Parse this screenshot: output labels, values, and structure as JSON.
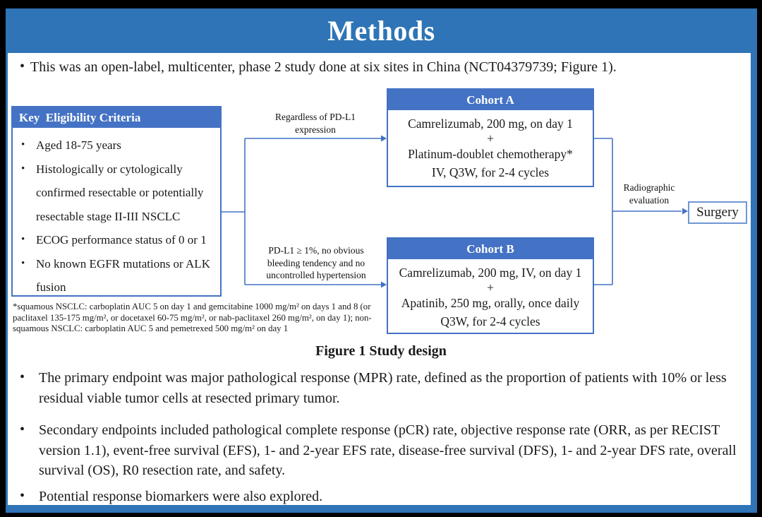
{
  "slide": {
    "title": "Methods"
  },
  "intro": {
    "text": "This was an open-label, multicenter, phase 2 study done at six sites in China (NCT04379739; Figure 1)."
  },
  "figure": {
    "caption": "Figure 1 Study design",
    "eligibility": {
      "header": "Key  Eligibility Criteria",
      "items": [
        "Aged 18-75 years",
        "Histologically or cytologically confirmed resectable or potentially resectable stage II-III NSCLC",
        "ECOG performance status of 0 or 1",
        "No known EGFR mutations or ALK fusion"
      ]
    },
    "branch_top_label": "Regardless of PD-L1 expression",
    "branch_bottom_label": "PD-L1 ≥ 1%, no obvious bleeding tendency and no uncontrolled hypertension",
    "cohort_a": {
      "header": "Cohort A",
      "lines": [
        "Camrelizumab, 200 mg, on day 1",
        "+",
        "Platinum-doublet chemotherapy*",
        "IV, Q3W, for 2-4 cycles"
      ]
    },
    "cohort_b": {
      "header": "Cohort B",
      "lines": [
        "Camrelizumab, 200 mg, IV, on day 1",
        "+",
        "Apatinib, 250 mg, orally, once daily",
        "Q3W, for 2-4 cycles"
      ]
    },
    "evaluation_label": "Radiographic evaluation",
    "surgery_label": "Surgery",
    "footnote": "*squamous NSCLC: carboplatin AUC 5 on day 1 and gemcitabine 1000 mg/m² on days 1 and 8 (or paclitaxel 135-175 mg/m², or docetaxel 60-75 mg/m², or nab-paclitaxel 260 mg/m², on day 1); non-squamous NSCLC: carboplatin AUC 5 and pemetrexed 500 mg/m² on day 1"
  },
  "bullets": [
    "The primary endpoint was major pathological response (MPR) rate, defined as the proportion of patients with 10% or less residual viable tumor cells at resected primary tumor.",
    "Secondary endpoints included pathological complete response (pCR) rate, objective response rate (ORR, as per RECIST version 1.1), event-free survival (EFS), 1- and 2-year EFS rate, disease-free survival (DFS), 1- and 2-year DFS rate, overall survival (OS), R0 resection rate, and safety.",
    "Potential response biomarkers were also explored."
  ],
  "colors": {
    "banner_blue": "#2E74B6",
    "box_blue": "#4472C4",
    "surgery_border_blue": "#6F97D4",
    "text": "#1a1a1a",
    "background": "#ffffff",
    "frame": "#000000"
  }
}
